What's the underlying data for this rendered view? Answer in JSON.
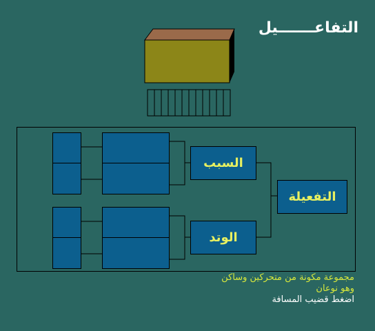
{
  "title": "التفاعـــــــيل",
  "diagram": {
    "sabab_label": "السبب",
    "watad_label": "الوتد",
    "taf3ila_label": "التفعيلة"
  },
  "description": {
    "line1": "مجموعة مكونة من متحركين وساكن",
    "line2": "وهو نوعان",
    "line3": "اضغط قضيب المسافة"
  }
}
